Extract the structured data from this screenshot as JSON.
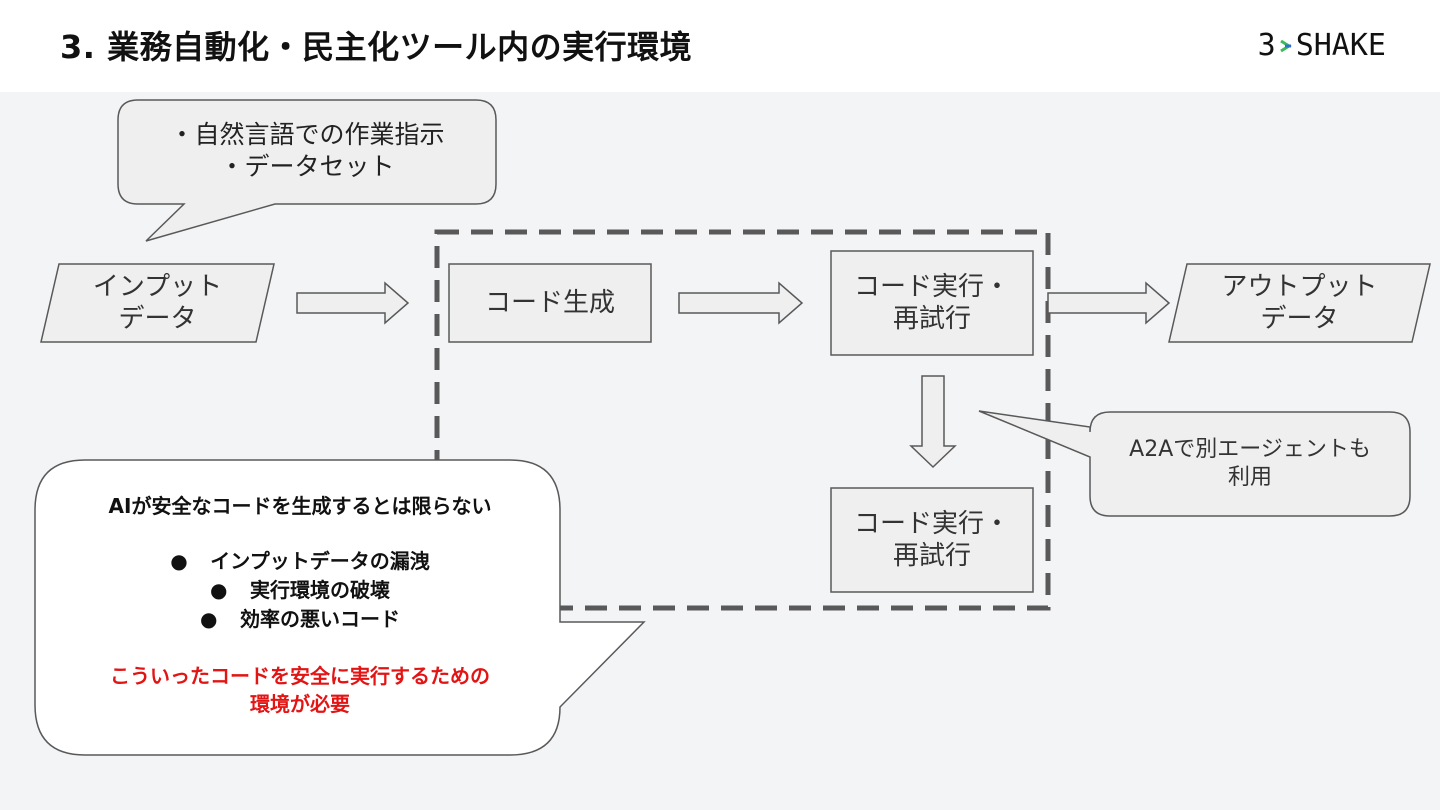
{
  "header": {
    "title": "3. 業務自動化・民主化ツール内の実行環境",
    "logo_text_left": "3",
    "logo_text_right": "SHAKE"
  },
  "diagram": {
    "input_bubble": {
      "line1": "・自然言語での作業指示",
      "line2": "・データセット"
    },
    "input_data": {
      "line1": "インプット",
      "line2": "データ"
    },
    "code_gen": "コード生成",
    "exec1": {
      "line1": "コード実行・",
      "line2": "再試行"
    },
    "exec2": {
      "line1": "コード実行・",
      "line2": "再試行"
    },
    "output_data": {
      "line1": "アウトプット",
      "line2": "データ"
    },
    "a2a_note": {
      "line1": "A2Aで別エージェントも",
      "line2": "利用"
    }
  },
  "warning": {
    "heading": "AIが安全なコードを生成するとは限らない",
    "bullets": [
      "インプットデータの漏洩",
      "実行環境の破壊",
      "効率の悪いコード"
    ],
    "bullet_symbol": "●",
    "conclusion_line1": "こういったコードを安全に実行するための",
    "conclusion_line2": "環境が必要"
  },
  "colors": {
    "accent_red": "#e31414",
    "box_fill": "#efefef",
    "stroke": "#595959",
    "background": "#f3f4f6",
    "logo_green": "#3dbb5a",
    "logo_blue": "#2f6fd1"
  }
}
